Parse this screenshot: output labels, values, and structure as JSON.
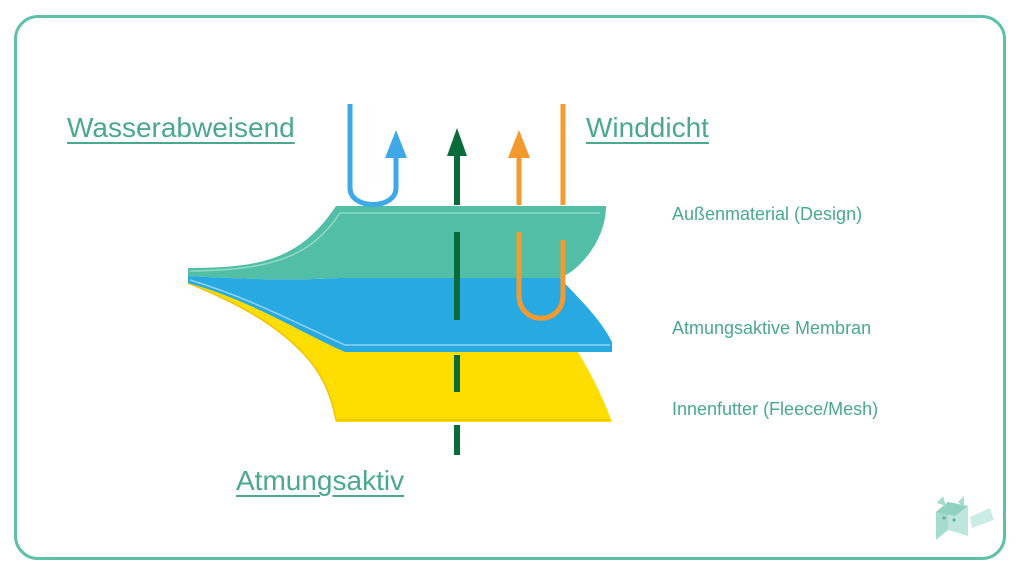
{
  "headings": {
    "water": "Wasserabweisend",
    "wind": "Winddicht",
    "breathable": "Atmungsaktiv"
  },
  "layers": [
    {
      "label": "Außenmaterial (Design)",
      "color": "#52bea6"
    },
    {
      "label": "Atmungsaktive Membran",
      "color": "#29a9e1"
    },
    {
      "label": "Innenfutter (Fleece/Mesh)",
      "color": "#fedd00"
    }
  ],
  "arrows": {
    "water": "#3fa9e8",
    "wind": "#f29a30",
    "breathable": "#0a6b3a"
  },
  "colors": {
    "frame": "#5fc0a8",
    "text": "#4aa88f",
    "logo": "#a6dccf"
  }
}
